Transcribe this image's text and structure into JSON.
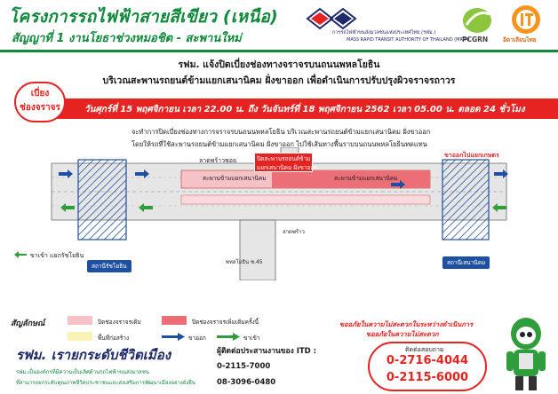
{
  "header": {
    "title": "โครงการรถไฟฟ้าสายสีเขียว (เหนือ)",
    "subtitle": "สัญญาที่ 1 งานโยธาช่วงหมอชิต - สะพานใหม่",
    "mrta_name_th": "การรถไฟฟ้าขนส่งมวลชนแห่งประเทศไทย (รฟม.)",
    "mrta_name_en": "MASS RAPID TRANSIT AUTHORITY OF THAILAND (MRTA)",
    "pcgrn_label": "PCGRN",
    "it_label": "อิตาเลียนไทย"
  },
  "announcement": {
    "line1": "รฟม. แจ้งปิดเบี่ยงช่องทางจราจรบนถนนพหลโยธิน",
    "line2": "บริเวณสะพานรถยนต์ข้ามแยกเสนานิคม ฝั่งขาออก เพื่อดำเนินการปรับปรุงผิวจราจรถาวร",
    "badge_line1": "เบี่ยง",
    "badge_line2": "ช่องจราจร",
    "date_text": "วันศุกร์ที่ 15 พฤศจิกายน เวลา 22.00 น. ถึง วันจันทร์ที่ 18 พฤศจิกายน 2562 เวลา 05.00 น. ตลอด 24 ชั่วโมง",
    "note1": "จะทำการปิดเบี่ยงช่องทางการจราจรบนถนนพหลโยธิน บริเวณสะพานรถยนต์ข้ามแยกเสนานิคม ฝั่งขาออก",
    "note2": "โดยให้รถที่ใช้สะพานรถยนต์ข้ามแยกเสนานิคม ฝั่งขาออก ไปใช้เส้นทางพื้นราบบนถนนพหลโยธินทดแทน"
  },
  "map": {
    "closure_label_line1": "ปิดสะพานรถยนต์ข้าม",
    "closure_label_line2": "แยกเสนานิคม ฝั่งขาออก",
    "direction_out": "ขาออกไปแยกเกษตร",
    "direction_in": "ขาเข้า แยกรัชโยธิน",
    "road_top": "ลาดพร้าวซอย",
    "road_bottom": "ลาดพร้าว",
    "soi_label": "พหลโยธิน ซ.45",
    "bridge_upper": "สะพานข้ามแยกเสนานิคม",
    "bridge_lower": "สะพานข้ามแยกเสนานิคม",
    "station_left": "สถานีรัชโยธิน",
    "station_right": "สถานีเสนานิคม"
  },
  "legend": {
    "title": "สัญลักษณ์",
    "items": [
      {
        "label": "ปิดช่องจราจรเดิม",
        "color": "#f4c2c7"
      },
      {
        "label": "ปิดช่องจราจรเพิ่มเติมครั้งนี้",
        "color": "#ec6e77"
      },
      {
        "label": "พื้นที่ก่อสร้าง",
        "color": "#fbf3b5"
      },
      {
        "label": "ขาออก",
        "color": "#1e4fa0"
      },
      {
        "label": "ขาเข้า",
        "color": "#2e9d3a"
      }
    ]
  },
  "footer": {
    "slogan": "รฟม. เรายกระดับชีวิตเมือง",
    "line1": "รฟม.เป็นองค์กรที่มีความเป็นเลิศด้านรถไฟฟ้าขนส่งมวลชน",
    "line2": "ที่สามารถยกระดับคุณภาพชีวิตประชาชนและส่งเสริมการพัฒนาเมืองอย่างยั่งยืน",
    "contact_title": "ผู้ติดต่อประสานงานของ ITD :",
    "contact_phone1": "0-2115-7000",
    "contact_phone2": "08-3096-0480",
    "apology_line1": "ขออภัยในความไม่สะดวกในระหว่างดำเนินการ",
    "apology_line2": "ขออภัยในความไม่สะดวก",
    "hotline_title": "ติดต่อสอบถาม",
    "hotline_phone1": "0-2716-4044",
    "hotline_phone2": "0-2115-6000"
  },
  "colors": {
    "brand_green": "#0e8a3a",
    "alert_red": "#e52320",
    "station_blue": "#1e4fa0"
  }
}
